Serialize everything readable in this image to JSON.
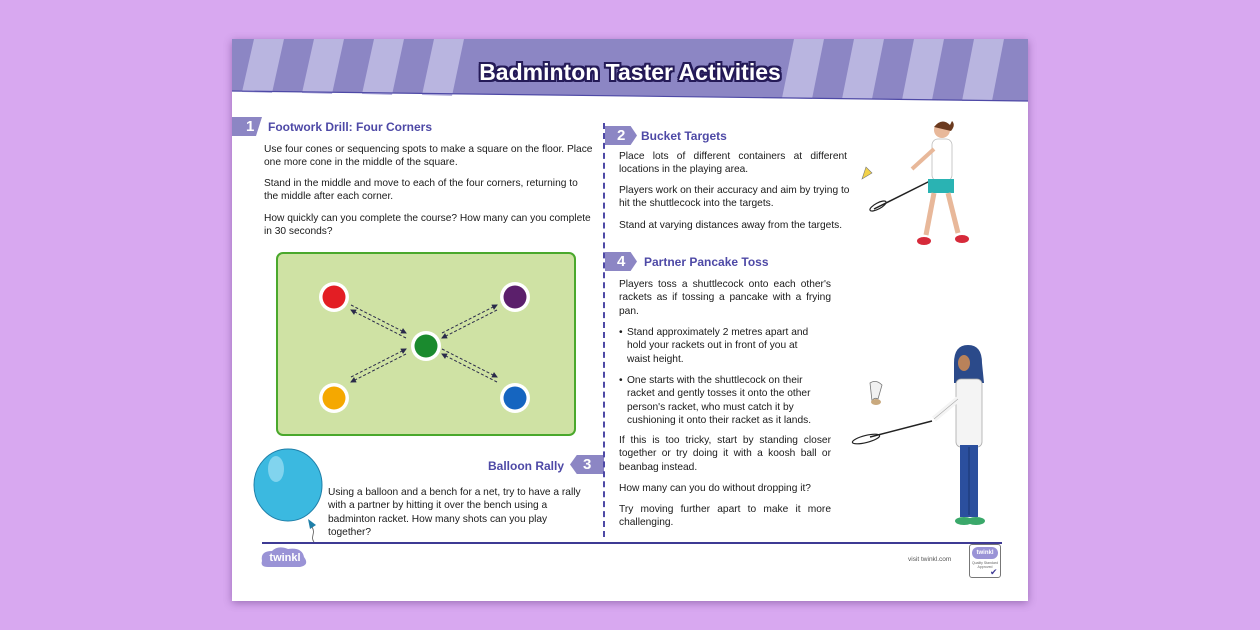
{
  "title": "Badminton Taster Activities",
  "colors": {
    "background": "#d8a8f0",
    "accent": "#4e49a6",
    "banner": "#8c86c4",
    "field": "#cfe2a4",
    "field_border": "#4aa82c"
  },
  "sections": {
    "s1": {
      "number": "1",
      "title": "Footwork Drill: Four Corners",
      "p1": "Use four cones or sequencing spots to make a square on the floor. Place one more cone in the middle of the square.",
      "p2": "Stand in the middle and move to each of the four corners, returning to the middle after each corner.",
      "p3": "How quickly can you complete the course? How many can you complete in 30 seconds?"
    },
    "s2": {
      "number": "2",
      "title": "Bucket Targets",
      "p1": "Place lots of different containers at different locations in the playing area.",
      "p2": "Players work on their accuracy and aim by trying to hit the shuttlecock into the targets.",
      "p3": "Stand at varying distances away from the targets."
    },
    "s3": {
      "number": "3",
      "title": "Balloon Rally",
      "p1": "Using a balloon and a bench for a net, try to have a rally with a partner by hitting it over the bench using a badminton racket. How many shots can you play together?"
    },
    "s4": {
      "number": "4",
      "title": "Partner Pancake Toss",
      "p1": "Players toss a shuttlecock onto each other's rackets as if tossing a pancake with a frying pan.",
      "b1": "Stand approximately 2 metres apart and hold your rackets out in front of you at waist height.",
      "b2": "One starts with the shuttlecock on their racket and gently tosses it onto the other person's racket, who must catch it by cushioning it onto their racket as it lands.",
      "p2": "If this is too tricky, start by standing closer together or try doing it with a koosh ball or beanbag instead.",
      "p3": "How many can you do without dropping it?",
      "p4": "Try moving further apart to make it more challenging."
    }
  },
  "cones": [
    "#e31e24",
    "#5b1f6b",
    "#1a8a2e",
    "#f5a800",
    "#1565c0"
  ],
  "footer": {
    "logo": "twinkl",
    "visit": "visit twinkl.com",
    "badge_logo": "twinkl",
    "badge_text": "Quality Standard Approved"
  }
}
